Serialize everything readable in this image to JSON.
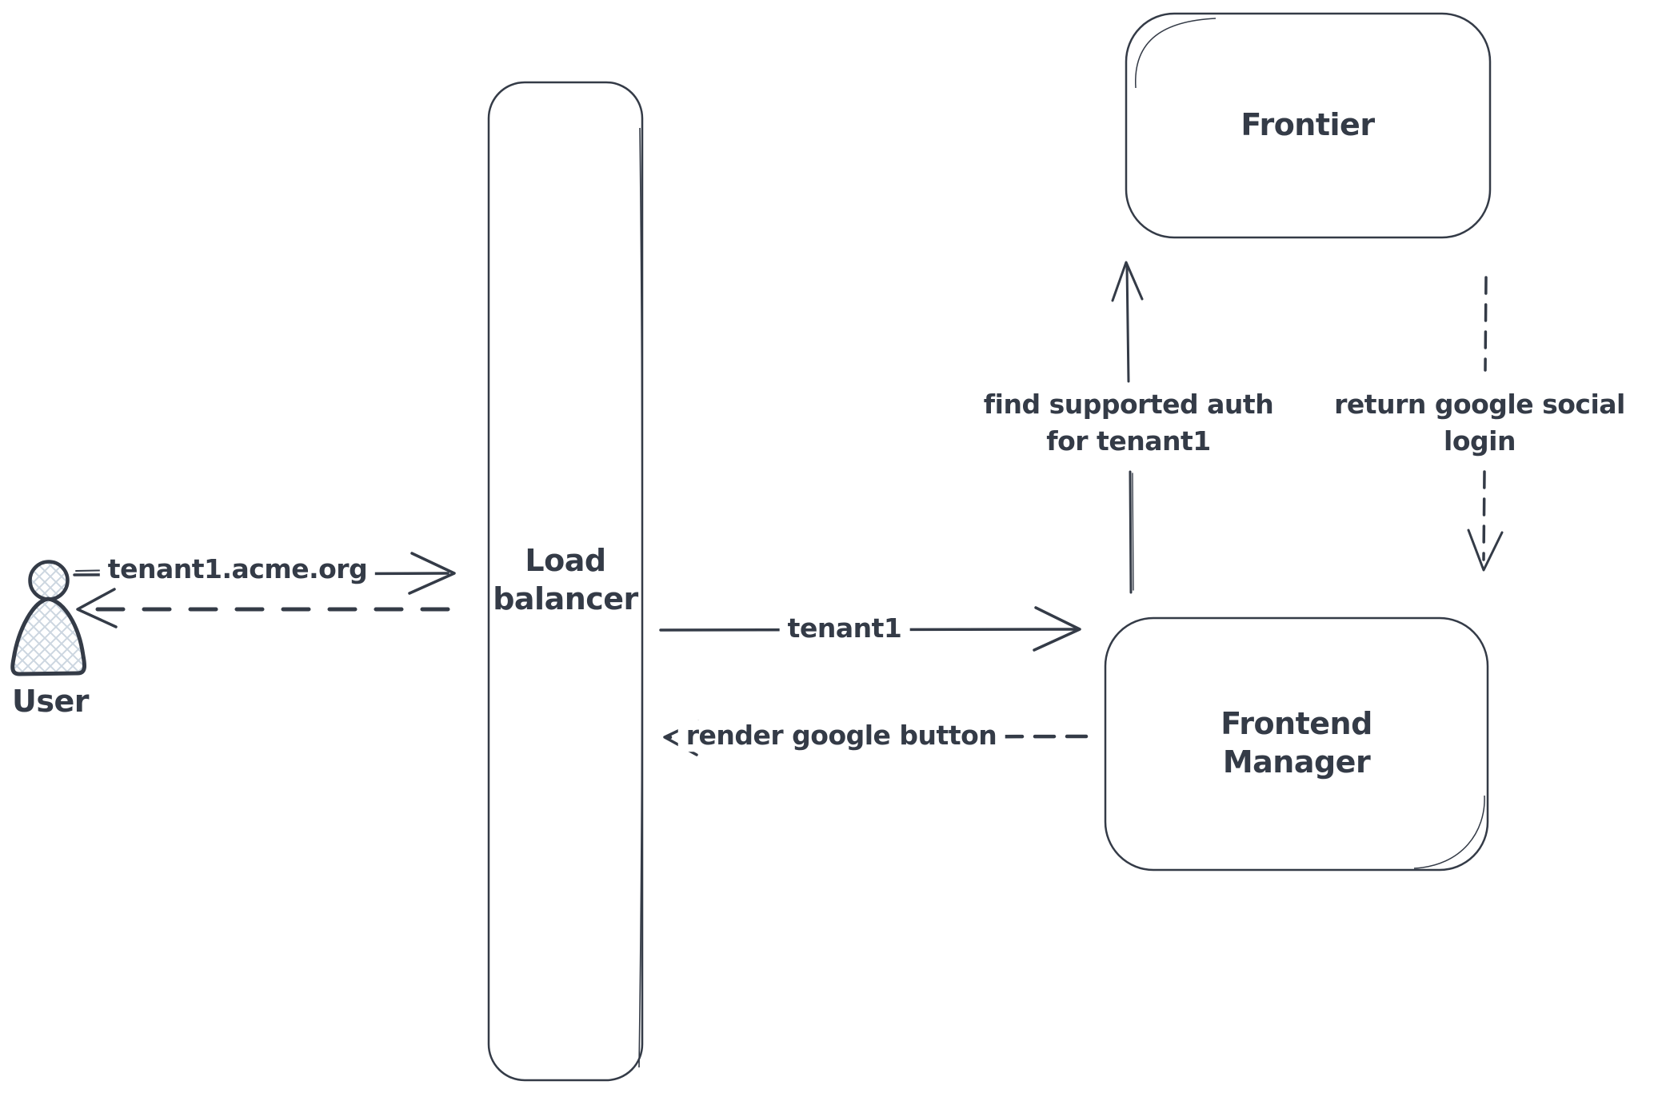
{
  "colors": {
    "ink": "#343b47",
    "hatch": "#ccd6e0",
    "background": "#ffffff"
  },
  "nodes": {
    "user": {
      "label": "User",
      "icon": "person-icon"
    },
    "load_balancer": {
      "line1": "Load",
      "line2": "balancer"
    },
    "frontier": {
      "label": "Frontier"
    },
    "frontend_manager": {
      "line1": "Frontend",
      "line2": "Manager"
    }
  },
  "messages": {
    "tenant_url": {
      "label": "tenant1.acme.org",
      "from": "user",
      "to": "load_balancer",
      "style": "solid"
    },
    "lb_response": {
      "from": "load_balancer",
      "to": "user",
      "style": "dashed"
    },
    "tenant1": {
      "label": "tenant1",
      "from": "load_balancer",
      "to": "frontend_manager",
      "style": "solid"
    },
    "render_button": {
      "label": "render google button",
      "from": "frontend_manager",
      "to": "load_balancer",
      "style": "dashed"
    },
    "find_auth": {
      "line1": "find supported auth",
      "line2": "for tenant1",
      "from": "frontend_manager",
      "to": "frontier",
      "style": "solid"
    },
    "return_login": {
      "line1": "return google social",
      "line2": "login",
      "from": "frontier",
      "to": "frontend_manager",
      "style": "dashed"
    }
  }
}
